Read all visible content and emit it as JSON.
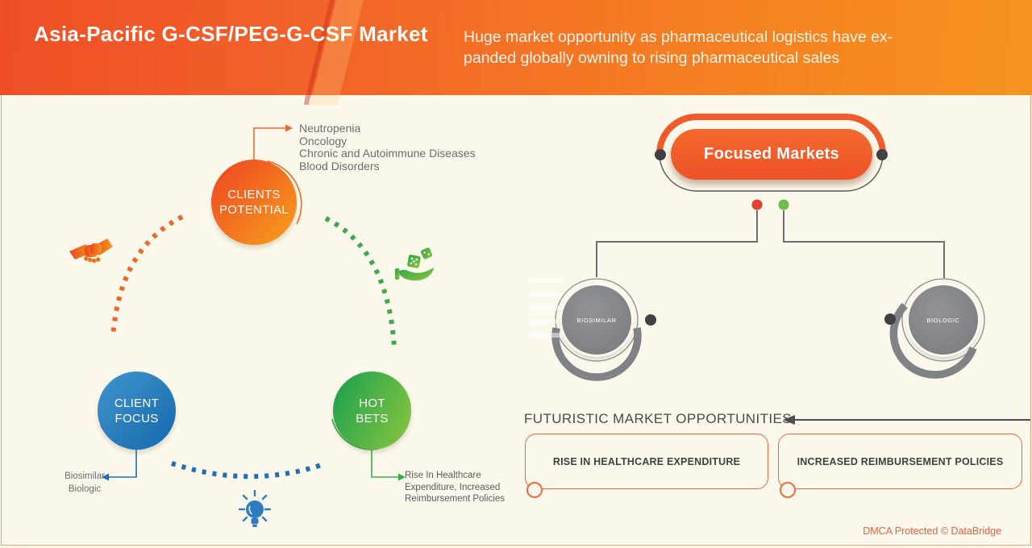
{
  "header": {
    "title": "Asia-Pacific G-CSF/PEG-G-CSF Market",
    "subtitle_lines": [
      "Huge market opportunity as pharmaceutical logistics have ex-",
      "panded globally owning to rising pharmaceutical sales"
    ]
  },
  "left_diagram": {
    "clients_potential": {
      "label_lines": [
        "CLIENTS",
        "POTENTIAL"
      ],
      "items": [
        "Neutropenia",
        "Oncology",
        "Chronic and Autoimmune Diseases",
        "Blood Disorders"
      ]
    },
    "client_focus": {
      "label_lines": [
        "CLIENT",
        "FOCUS"
      ],
      "items": [
        "Biosimilar",
        "Biologic"
      ]
    },
    "hot_bets": {
      "label_lines": [
        "HOT",
        "BETS"
      ],
      "note": "Rise In Healthcare Expenditure, Increased Reimbursement Policies"
    },
    "icons": [
      "handshake-icon",
      "dice-hand-icon",
      "lightbulb-icon"
    ]
  },
  "right_diagram": {
    "focused_markets_label": "Focused Markets",
    "nodes": [
      {
        "label": "BIOSIMILAR"
      },
      {
        "label": "BIOLOGIC"
      }
    ]
  },
  "opportunities": {
    "heading": "FUTURISTIC MARKET OPPORTUNITIES",
    "boxes": [
      "RISE IN HEALTHCARE EXPENDITURE",
      "INCREASED REIMBURSEMENT POLICIES"
    ]
  },
  "footer": {
    "dmca": "DMCA Protected © DataBridge"
  },
  "colors": {
    "header_gradient_left": "#ef4e25",
    "header_gradient_right": "#f6931f",
    "accent_orange": "#f15a29",
    "blue": "#1e6fb5",
    "green": "#3bab49",
    "node_gray": "#808285",
    "line_gray": "#6d6e71",
    "background_cream": "#fcf9ec",
    "legend_red_dot": "#e53e2e",
    "legend_green_dot": "#6abf49",
    "dmca_red": "#e85f39"
  }
}
